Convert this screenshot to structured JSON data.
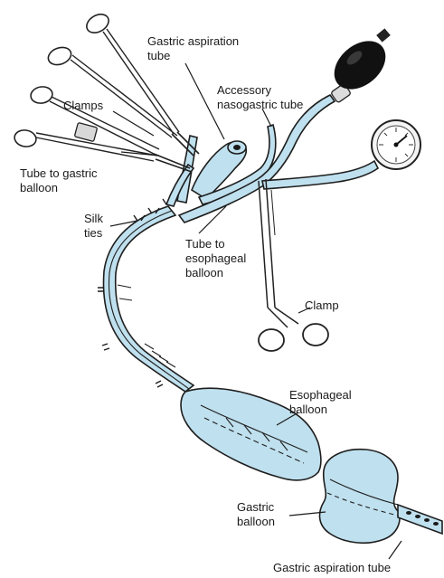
{
  "labels": {
    "gastric_aspiration_tube_top": [
      "Gastric aspiration",
      "tube"
    ],
    "accessory_nasogastric_tube": [
      "Accessory",
      "nasogastric tube"
    ],
    "clamps": "Clamps",
    "tube_to_gastric_balloon": [
      "Tube to gastric",
      "balloon"
    ],
    "silk_ties": [
      "Silk",
      "ties"
    ],
    "tube_to_esophageal_balloon": [
      "Tube to",
      "esophageal",
      "balloon"
    ],
    "clamp": "Clamp",
    "esophageal_balloon": [
      "Esophageal",
      "balloon"
    ],
    "gastric_balloon": [
      "Gastric",
      "balloon"
    ],
    "gastric_aspiration_tube_bottom": "Gastric aspiration tube"
  },
  "colors": {
    "tube_fill": "#bfe0ee",
    "outline": "#1e1e1e",
    "bulb": "#111111"
  }
}
